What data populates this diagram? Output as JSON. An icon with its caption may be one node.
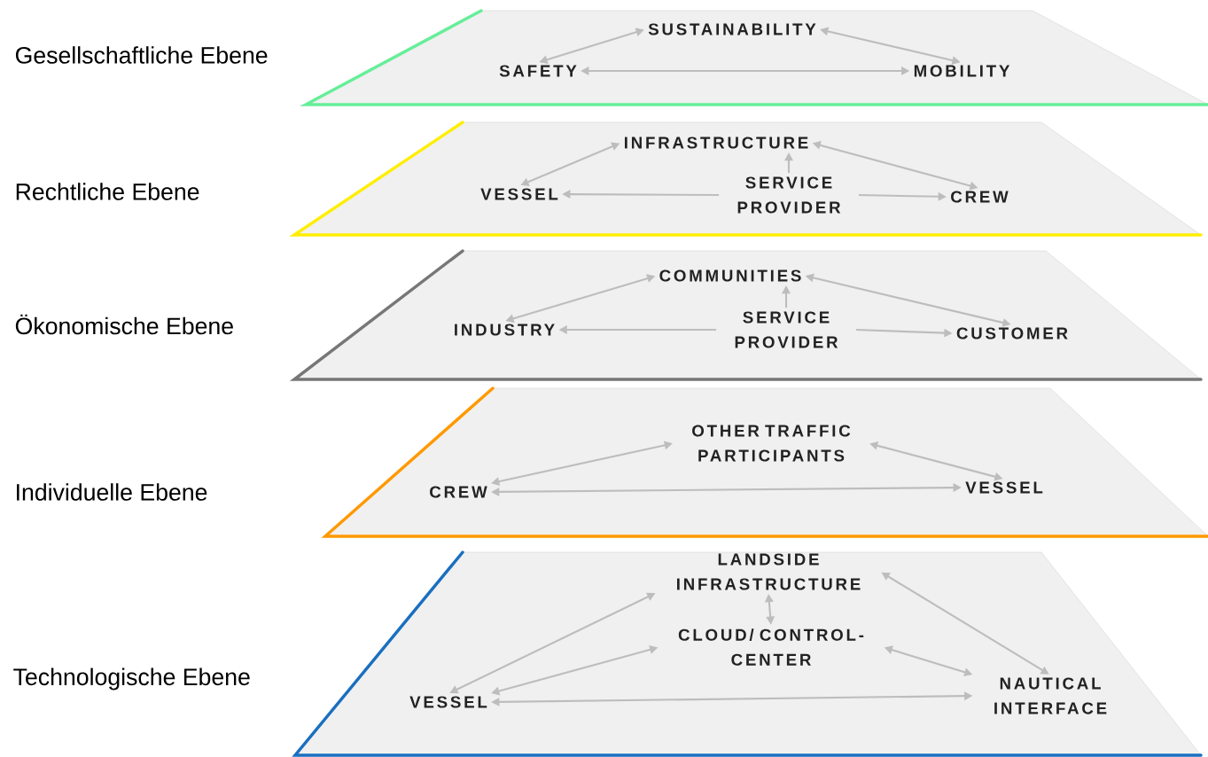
{
  "diagram": {
    "nodes": [
      {
        "text": [
          "Gesellschaftliche Ebene"
        ]
      },
      {
        "text": [
          "SUSTAINABILITY"
        ],
        "in": 0
      },
      {
        "text": [
          "SAFETY"
        ],
        "in": 0
      },
      {
        "text": [
          "MOBILITY"
        ],
        "in": 0
      },
      {
        "text": [
          "Rechtliche Ebene"
        ]
      },
      {
        "text": [
          "INFRASTRUCTURE"
        ],
        "in": 4
      },
      {
        "text": [
          "VESSEL"
        ],
        "in": 4
      },
      {
        "text": [
          "SERVICE PROVIDER"
        ],
        "in": 4
      },
      {
        "text": [
          "CREW"
        ],
        "in": 4
      },
      {
        "text": [
          "Ökonomische Ebene"
        ]
      },
      {
        "text": [
          "COMMUNITIES"
        ],
        "in": 9
      },
      {
        "text": [
          "INDUSTRY"
        ],
        "in": 9
      },
      {
        "text": [
          "SERVICE PROVIDER"
        ],
        "in": 9
      },
      {
        "text": [
          "CUSTOMER"
        ],
        "in": 9
      },
      {
        "text": [
          "Individuelle Ebene"
        ]
      },
      {
        "text": [
          "OTHER TRAFFIC PARTICIPANTS"
        ],
        "in": 14
      },
      {
        "text": [
          "CREW"
        ],
        "in": 14
      },
      {
        "text": [
          "VESSEL"
        ],
        "in": 14
      },
      {
        "text": [
          "Technologische Ebene"
        ]
      },
      {
        "text": [
          "LANDSIDE INFRASTRUCTURE"
        ],
        "in": 18
      },
      {
        "text": [
          "CLOUD/ CONTROL-CENTER"
        ],
        "in": 18
      },
      {
        "text": [
          "VESSEL"
        ],
        "in": 18
      },
      {
        "text": [
          "NAUTICAL INTERFACE"
        ],
        "in": 18
      }
    ],
    "edges": [
      {
        "from": 2,
        "to": 1,
        "arrow": "both"
      },
      {
        "from": 1,
        "to": 3,
        "arrow": "both"
      },
      {
        "from": 2,
        "to": 3,
        "arrow": "both"
      },
      {
        "from": 6,
        "to": 5,
        "arrow": "both"
      },
      {
        "from": 5,
        "to": 8,
        "arrow": "both"
      },
      {
        "from": 7,
        "to": 6,
        "arrow": "to"
      },
      {
        "from": 7,
        "to": 8,
        "arrow": "to"
      },
      {
        "from": 7,
        "to": 5,
        "arrow": "to"
      },
      {
        "from": 11,
        "to": 10,
        "arrow": "both"
      },
      {
        "from": 10,
        "to": 13,
        "arrow": "both"
      },
      {
        "from": 12,
        "to": 11,
        "arrow": "to"
      },
      {
        "from": 12,
        "to": 13,
        "arrow": "to"
      },
      {
        "from": 12,
        "to": 10,
        "arrow": "to"
      },
      {
        "from": 16,
        "to": 15,
        "arrow": "both"
      },
      {
        "from": 15,
        "to": 17,
        "arrow": "both"
      },
      {
        "from": 16,
        "to": 17,
        "arrow": "both"
      },
      {
        "from": 21,
        "to": 19,
        "arrow": "both"
      },
      {
        "from": 21,
        "to": 20,
        "arrow": "both"
      },
      {
        "from": 19,
        "to": 20,
        "arrow": "both"
      },
      {
        "from": 20,
        "to": 22,
        "arrow": "both"
      },
      {
        "from": 19,
        "to": 22,
        "arrow": "both"
      },
      {
        "from": 21,
        "to": 22,
        "arrow": "both"
      }
    ]
  }
}
